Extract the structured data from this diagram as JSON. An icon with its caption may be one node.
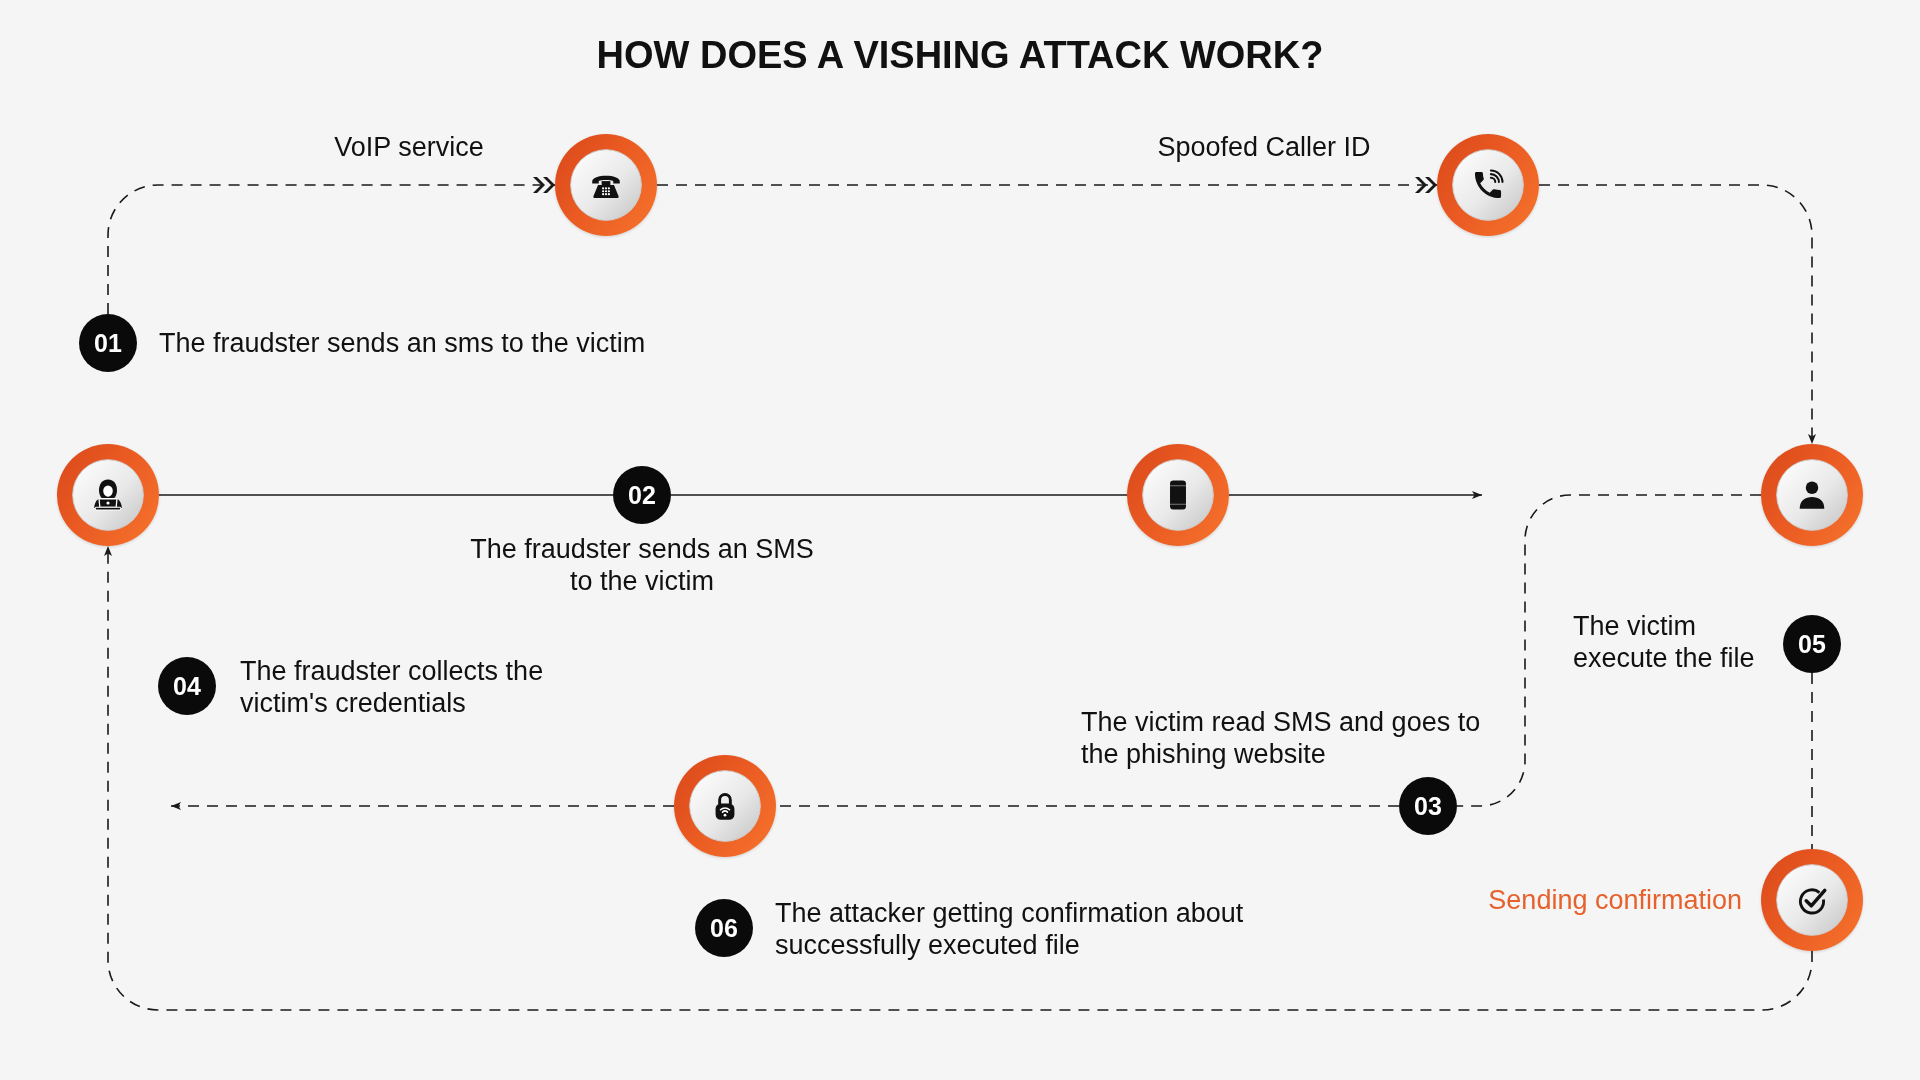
{
  "diagram": {
    "title": "HOW DOES A VISHING ATTACK WORK?",
    "nodes": [
      {
        "text": [],
        "shape": "circle"
      },
      {
        "text": [],
        "shape": "circle"
      },
      {
        "text": [
          "01"
        ],
        "beside": [
          "The fraudster sends an sms to the victim"
        ]
      },
      {
        "text": [],
        "shape": "circle"
      },
      {
        "text": [
          "02"
        ],
        "beside": [
          "The fraudster sends an SMS to the victim"
        ]
      },
      {
        "text": [],
        "shape": "circle"
      },
      {
        "text": [],
        "shape": "circle"
      },
      {
        "text": [
          "05"
        ],
        "beside": [
          "The victim execute the file"
        ]
      },
      {
        "text": [
          "04"
        ],
        "beside": [
          "The fraudster collects the victim's credentials"
        ]
      },
      {
        "text": [],
        "shape": "circle"
      },
      {
        "text": [
          "03"
        ],
        "beside": [
          "The victim read SMS and goes to the phishing website"
        ]
      },
      {
        "text": [],
        "shape": "circle",
        "beside": [
          "Sending confirmation"
        ]
      },
      {
        "text": [
          "06"
        ],
        "beside": [
          "The attacker getting confirmation about successfully executed file"
        ]
      }
    ],
    "edges": [
      {
        "from": 2,
        "to": 0,
        "arrow": "to",
        "style": "dashed",
        "label": "VoIP service"
      },
      {
        "from": 0,
        "to": 1,
        "arrow": "to",
        "style": "dashed",
        "label": "Spoofed Caller ID"
      },
      {
        "from": 1,
        "to": 6,
        "arrow": "to",
        "style": "dashed"
      },
      {
        "from": 3,
        "to": 4,
        "arrow": "none"
      },
      {
        "from": 4,
        "to": 5,
        "arrow": "none"
      },
      {
        "from": 5,
        "to": null,
        "arrow": "to"
      },
      {
        "from": 6,
        "to": 10,
        "arrow": "none",
        "style": "dashed"
      },
      {
        "from": 10,
        "to": 9,
        "arrow": "none",
        "style": "dashed"
      },
      {
        "from": 9,
        "to": null,
        "arrow": "to",
        "style": "dashed"
      },
      {
        "from": 7,
        "to": 11,
        "arrow": "none",
        "style": "dashed"
      },
      {
        "from": 11,
        "to": 3,
        "arrow": "to",
        "style": "dashed"
      }
    ]
  }
}
